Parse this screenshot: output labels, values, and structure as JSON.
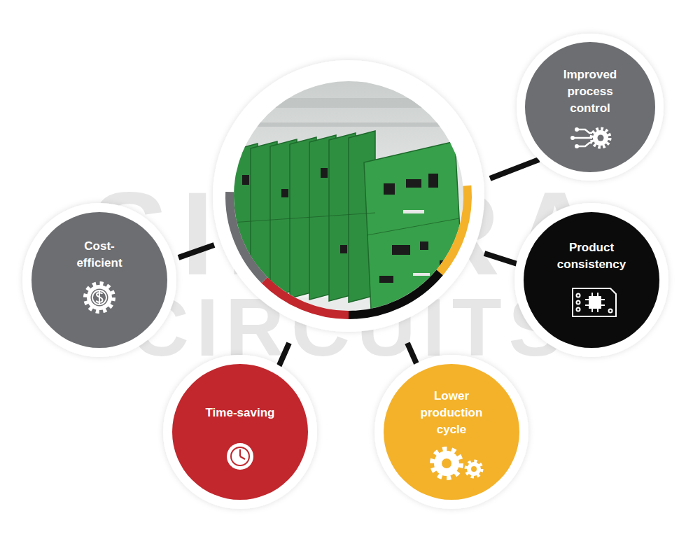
{
  "diagram": {
    "nodes": [
      {
        "text": [
          "Improved process control"
        ]
      },
      {
        "text": [
          "Cost- efficient"
        ]
      },
      {
        "text": [
          "Product consistency"
        ]
      },
      {
        "text": [
          "Time-saving"
        ]
      },
      {
        "text": [
          "Lower production cycle"
        ]
      }
    ],
    "labels": [
      "SIERRA",
      "CIRCUITS"
    ]
  }
}
